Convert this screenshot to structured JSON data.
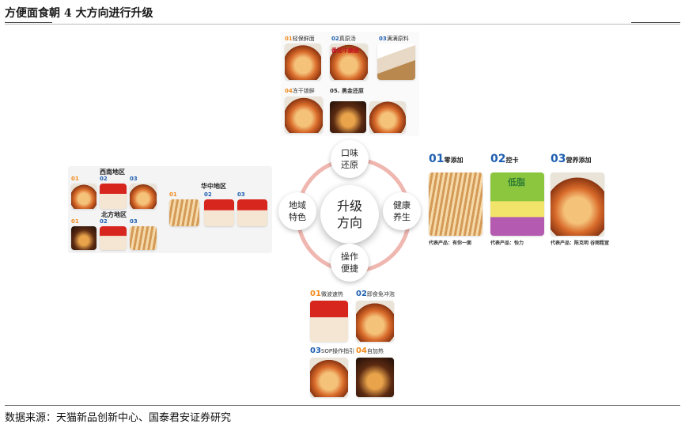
{
  "page": {
    "title": "方便面食朝 4 大方向进行升级",
    "source": "数据来源：天猫新品创新中心、国泰君安证券研究"
  },
  "diagram": {
    "center": "升级\n方向",
    "nodes": {
      "top": "口味\n还原",
      "right": "健康\n养生",
      "bottom": "操作\n便捷",
      "left": "地域\n特色"
    }
  },
  "taste": {
    "items": [
      {
        "num": "01",
        "label": "轻保鲜面"
      },
      {
        "num": "02",
        "label": "真原汤"
      },
      {
        "num": "03",
        "label": "满满原料"
      },
      {
        "num": "04",
        "label": "冻干锁鲜"
      },
      {
        "num": "05.",
        "label": "黑金还原"
      }
    ],
    "img_text": "番茄牛腩面"
  },
  "region": {
    "southwest": "西南地区",
    "north": "北方地区",
    "central": "华中地区",
    "sw_items": [
      "01",
      "02",
      "03"
    ],
    "n_items": [
      "01",
      "02",
      "03"
    ],
    "c_items": [
      "01",
      "02",
      "03"
    ]
  },
  "health": {
    "items": [
      {
        "num": "01",
        "label": "零添加",
        "product": "代表产品：有你一面"
      },
      {
        "num": "02",
        "label": "控卡",
        "product": "代表产品：怡力"
      },
      {
        "num": "03",
        "label": "营养添加",
        "product": "代表产品：陈克明 谷雨粗宣"
      }
    ],
    "pack_text": "低脂"
  },
  "convenience": {
    "items": [
      {
        "num": "01",
        "label": "微波速热"
      },
      {
        "num": "02",
        "label": "即食免冲泡"
      },
      {
        "num": "03",
        "label": "SOP操作指引"
      },
      {
        "num": "04",
        "label": "自加热"
      }
    ]
  }
}
